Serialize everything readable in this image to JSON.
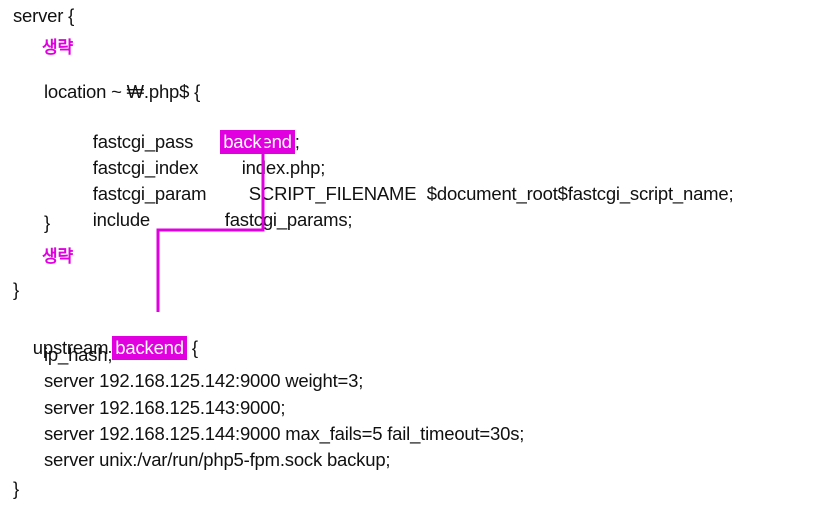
{
  "document": {
    "language": "nginx config",
    "accent_color": "#e000e0",
    "lines": {
      "server_open": "server {",
      "omitted_1": "생략",
      "location_open": "location ~ ₩.php$ {",
      "fastcgi_pass_key": "fastcgi_pass",
      "fastcgi_pass_value": "backend",
      "fastcgi_pass_end": ";",
      "fastcgi_index_key": "fastcgi_index",
      "fastcgi_index_value": "index.php;",
      "fastcgi_param_key": "fastcgi_param",
      "fastcgi_param_name": "SCRIPT_FILENAME",
      "fastcgi_param_value": "$document_root$fastcgi_script_name;",
      "include_key": "include",
      "include_value": "fastcgi_params;",
      "location_close": "}",
      "omitted_2": "생략",
      "server_close": "}",
      "upstream_key": "upstream",
      "upstream_name": "backend",
      "upstream_brace": "{",
      "ip_hash": "ip_hash;",
      "server_1": "server 192.168.125.142:9000 weight=3;",
      "server_2": "server 192.168.125.143:9000;",
      "server_3": "server 192.168.125.144:9000 max_fails=5 fail_timeout=30s;",
      "server_4": "server unix:/var/run/php5-fpm.sock backup;",
      "upstream_close": "}"
    }
  }
}
